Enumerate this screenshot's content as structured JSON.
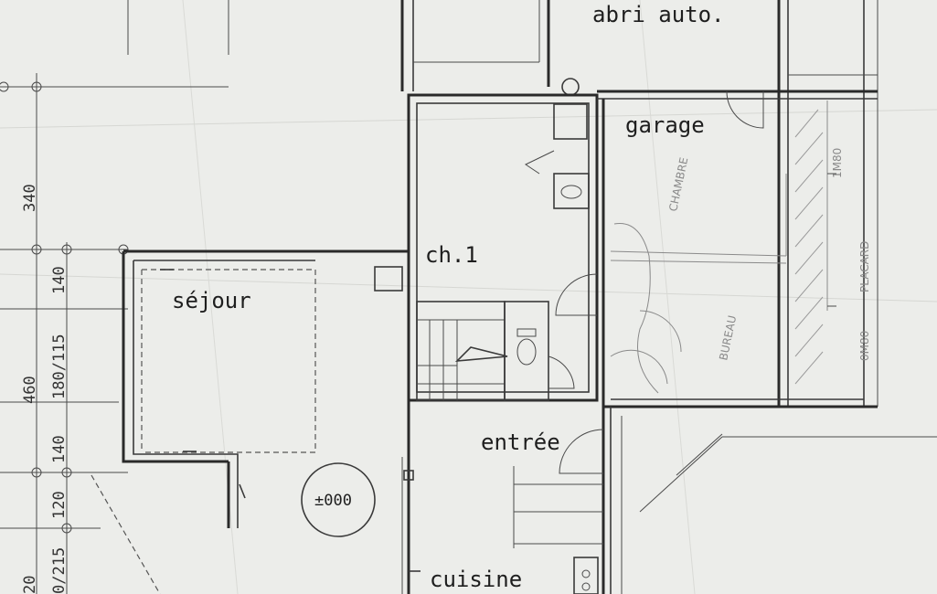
{
  "rooms": {
    "abri": "abri auto.",
    "garage": "garage",
    "ch1": "ch.1",
    "sejour": "séjour",
    "entree": "entrée",
    "cuisine": "cuisine"
  },
  "level_marker": "±000",
  "dimensions": {
    "d340": "340",
    "d140a": "140",
    "d460": "460",
    "d180": "180/115",
    "d140b": "140",
    "d120": "120",
    "d20": "20",
    "d215": "0/215"
  },
  "pencil_notes": {
    "chambre": "CHAMBRE",
    "bureau": "BUREAU",
    "size_1m80": "1M80",
    "placard": "PLACARD",
    "size_0m80": "0M80"
  }
}
